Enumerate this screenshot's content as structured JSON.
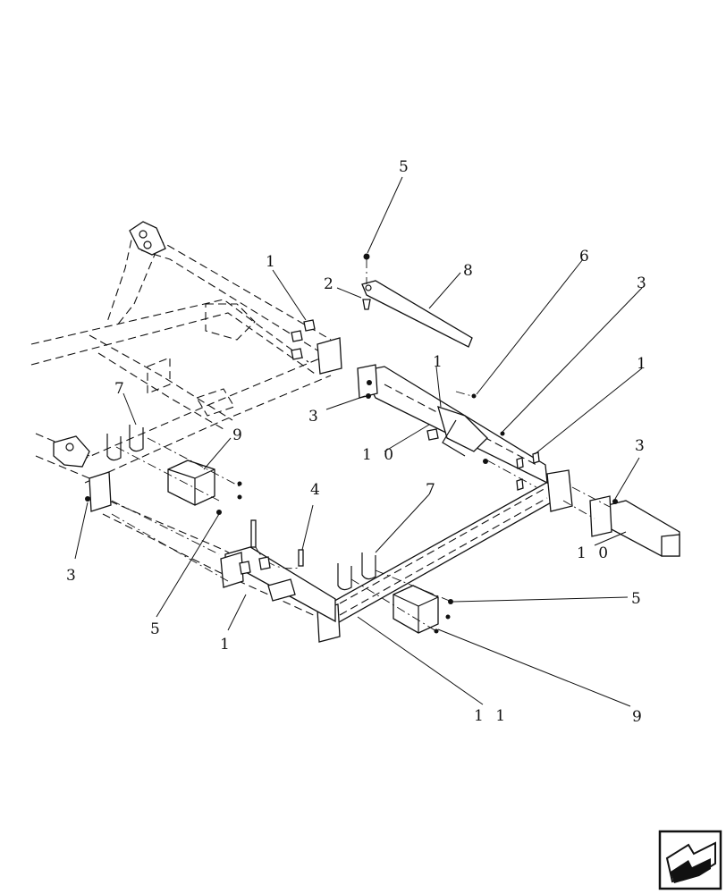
{
  "callouts": [
    {
      "id": "c5a",
      "text": "5"
    },
    {
      "id": "c1a",
      "text": "1"
    },
    {
      "id": "c2",
      "text": "2"
    },
    {
      "id": "c8",
      "text": "8"
    },
    {
      "id": "c6",
      "text": "6"
    },
    {
      "id": "c3a",
      "text": "3"
    },
    {
      "id": "c1b",
      "text": "1"
    },
    {
      "id": "c1c",
      "text": "1"
    },
    {
      "id": "c7a",
      "text": "7"
    },
    {
      "id": "c3b",
      "text": "3"
    },
    {
      "id": "c10a",
      "text": "1 0"
    },
    {
      "id": "c9a",
      "text": "9"
    },
    {
      "id": "c3c",
      "text": "3"
    },
    {
      "id": "c4",
      "text": "4"
    },
    {
      "id": "c7b",
      "text": "7"
    },
    {
      "id": "c3d",
      "text": "3"
    },
    {
      "id": "c10b",
      "text": "1 0"
    },
    {
      "id": "c5b",
      "text": "5"
    },
    {
      "id": "c5c",
      "text": "5"
    },
    {
      "id": "c1d",
      "text": "1"
    },
    {
      "id": "c11",
      "text": "1 1"
    },
    {
      "id": "c9b",
      "text": "9"
    }
  ],
  "nav_icon": "next-page-arrow-icon"
}
